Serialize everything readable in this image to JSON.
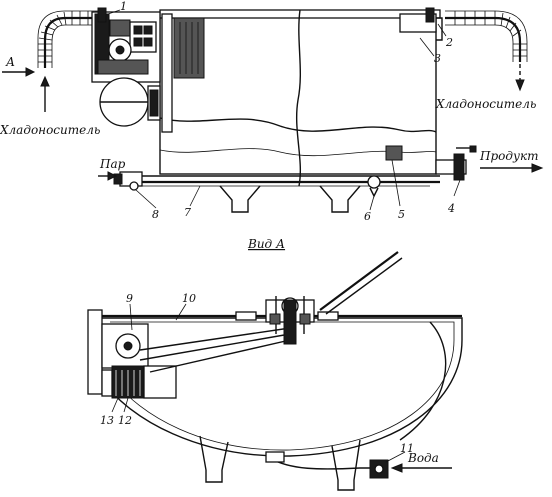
{
  "labels": {
    "coolant_in": "Хладоноситель",
    "coolant_out": "Хладоноситель",
    "steam": "Пар",
    "product": "Продукт",
    "view_a": "Вид А",
    "water": "Вода",
    "arrow_a": "А"
  },
  "callouts": [
    "1",
    "2",
    "3",
    "4",
    "5",
    "6",
    "7",
    "8",
    "9",
    "10",
    "11",
    "12",
    "13"
  ]
}
